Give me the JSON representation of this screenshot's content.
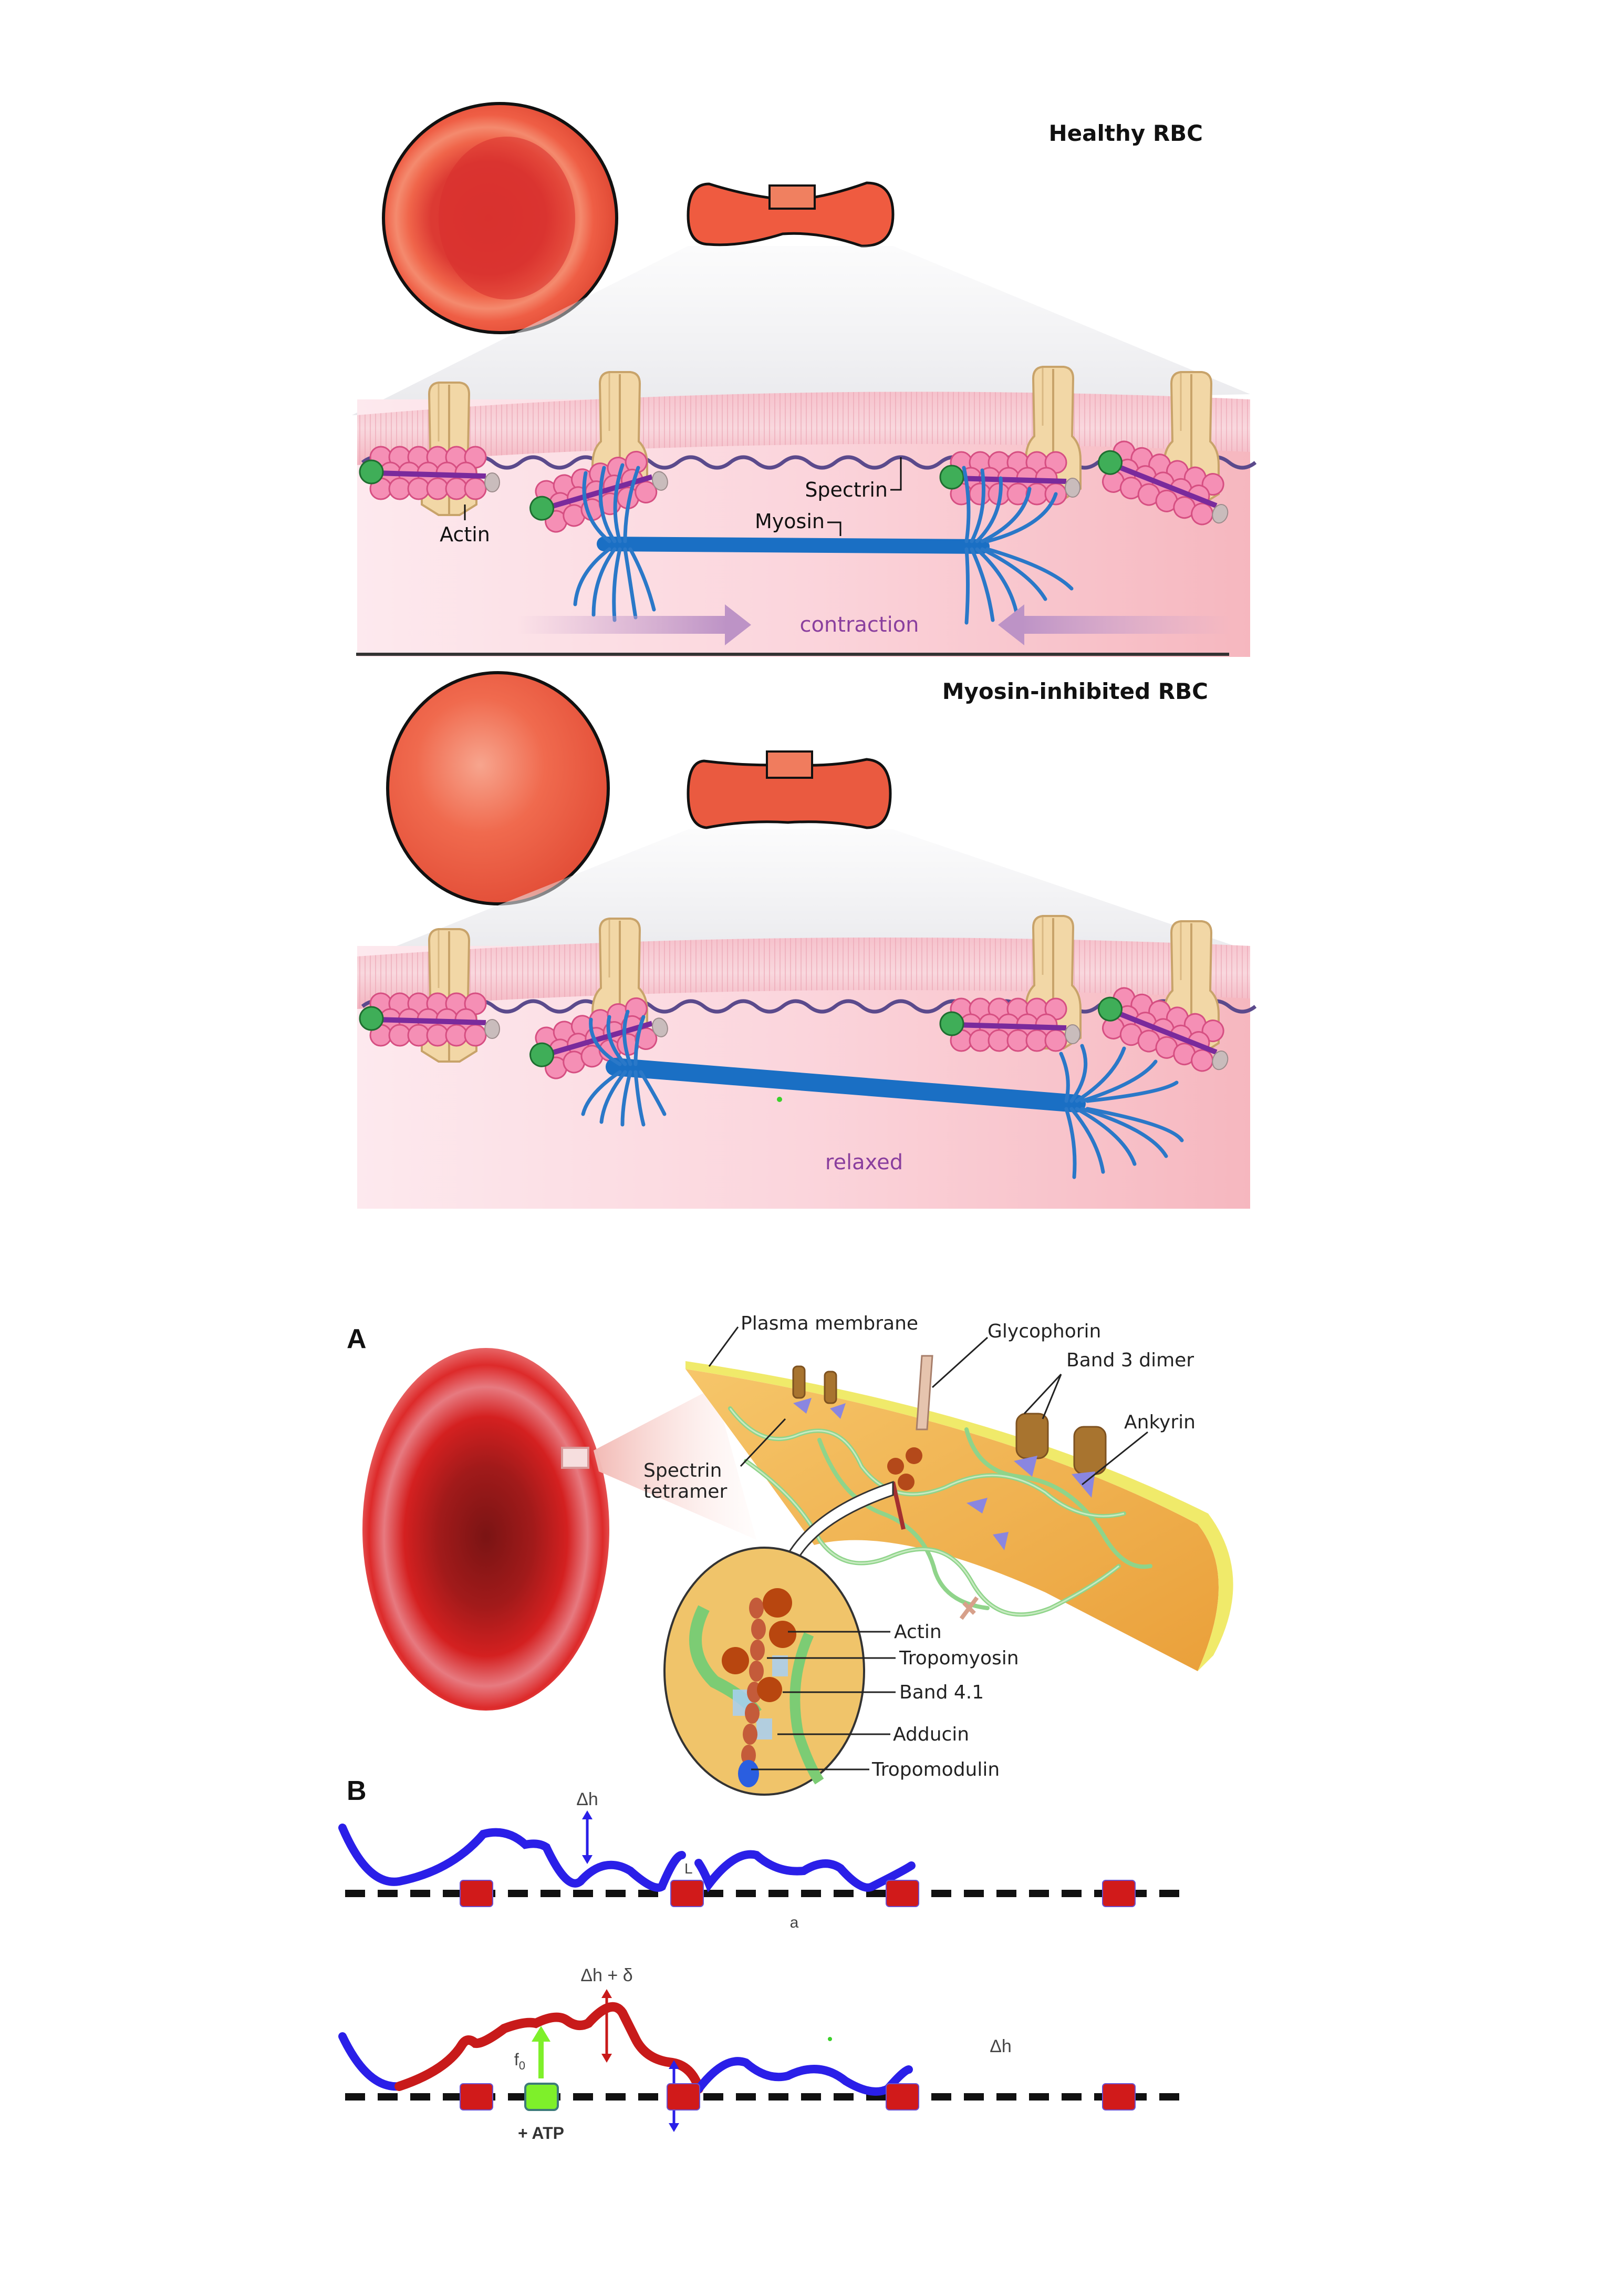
{
  "figure_top": {
    "healthy": {
      "title": "Healthy RBC",
      "labels": {
        "spectrin": "Spectrin",
        "myosin": "Myosin",
        "actin": "Actin",
        "state": "contraction"
      }
    },
    "inhibited": {
      "title": "Myosin-inhibited RBC",
      "labels": {
        "state": "relaxed"
      }
    }
  },
  "figure_bottom": {
    "panel_a": {
      "letter": "A",
      "labels": {
        "plasma_membrane": "Plasma membrane",
        "glycophorin": "Glycophorin",
        "band3": "Band 3 dimer",
        "ankyrin": "Ankyrin",
        "spectrin_line1": "Spectrin",
        "spectrin_line2": "tetramer",
        "actin": "Actin",
        "tropomyosin": "Tropomyosin",
        "band41": "Band 4.1",
        "adducin": "Adducin",
        "tropomodulin": "Tropomodulin"
      }
    },
    "panel_b": {
      "letter": "B",
      "top": {
        "dh": "Δh",
        "L": "L",
        "a": "a"
      },
      "bottom": {
        "dh_delta": "Δh + δ",
        "f0": "f",
        "f0_sub": "0",
        "dh": "Δh",
        "atp": "+ ATP"
      }
    }
  },
  "colors": {
    "rbc_red": "#ee5a40",
    "membrane_pink": "#f4b6c2",
    "myosin_blue": "#1a6fc4",
    "spectrin_purple": "#5b4a8c",
    "actin_pink": "#f28cb1",
    "label_purple": "#8a3f9e",
    "chain_blue": "#2a1fe8",
    "chain_red": "#d01818",
    "anchor_red": "#d11a1a",
    "atp_green": "#7ef02a"
  }
}
